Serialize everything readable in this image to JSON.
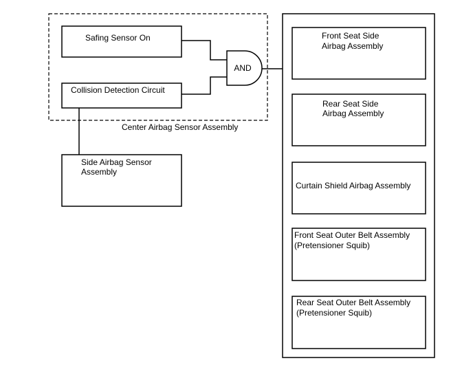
{
  "center_assembly": {
    "label": "Center Airbag Sensor Assembly"
  },
  "safing_sensor": {
    "label": "Safing Sensor On"
  },
  "collision_circuit": {
    "label": "Collision Detection Circuit"
  },
  "and_gate": {
    "label": "AND"
  },
  "side_sensor": {
    "lines": [
      "Side Airbag Sensor",
      "Assembly"
    ]
  },
  "outputs": [
    {
      "lines": [
        "Front Seat Side",
        "Airbag Assembly"
      ]
    },
    {
      "lines": [
        "Rear Seat Side",
        "Airbag Assembly"
      ]
    },
    {
      "lines": [
        "Curtain Shield Airbag Assembly"
      ]
    },
    {
      "lines": [
        "Front Seat Outer Belt Assembly",
        "(Pretensioner Squib)"
      ]
    },
    {
      "lines": [
        "Rear Seat Outer Belt Assembly",
        "(Pretensioner Squib)"
      ]
    }
  ]
}
